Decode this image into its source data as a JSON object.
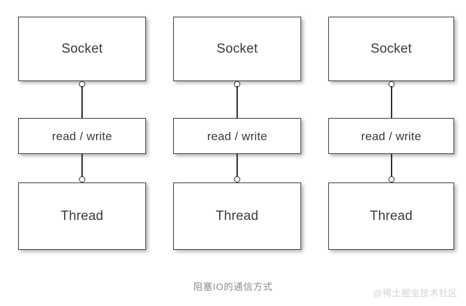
{
  "diagram": {
    "caption": "阻塞IO的通信方式",
    "watermark": "@稀土掘金技术社区",
    "colors": {
      "background": "#ffffff",
      "box_border": "#3d3d3d",
      "box_fill": "#ffffff",
      "label_text": "#3a3a3a",
      "connector": "#2f2f2f",
      "caption_text": "#8d8d8d",
      "watermark_text": "#d2d2d2"
    },
    "columns": [
      {
        "id": "column-1",
        "nodes": {
          "socket": "Socket",
          "read_write": "read / write",
          "thread": "Thread"
        },
        "connectors": {
          "upper": "socket-to-readwrite",
          "lower": "readwrite-to-thread"
        }
      },
      {
        "id": "column-2",
        "nodes": {
          "socket": "Socket",
          "read_write": "read / write",
          "thread": "Thread"
        },
        "connectors": {
          "upper": "socket-to-readwrite",
          "lower": "readwrite-to-thread"
        }
      },
      {
        "id": "column-3",
        "nodes": {
          "socket": "Socket",
          "read_write": "read / write",
          "thread": "Thread"
        },
        "connectors": {
          "upper": "socket-to-readwrite",
          "lower": "readwrite-to-thread"
        }
      }
    ]
  }
}
